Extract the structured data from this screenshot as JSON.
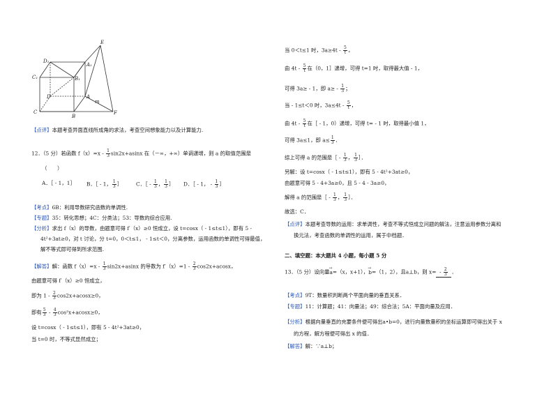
{
  "left": {
    "comment1": {
      "tag": "【点评】",
      "text": "本题考查异面直线所成角的求法，考查空间想象能力以及计算能力."
    },
    "q12": {
      "stem_a": "12．（5 分）若函数 f（x）=x - ",
      "stem_b": "sin2x+asinx 在（－∞，+∞）单调递增，则 a 的取值范围是",
      "paren": "（　　）",
      "optA": "A．［ - 1，1］",
      "optB_a": "B．［ - 1，",
      "optB_b": "］",
      "optC_a": "C．［ - ",
      "optC_b": "，",
      "optC_c": "］",
      "optD_a": "D．［ - 1， - ",
      "optD_b": "］",
      "one": "1",
      "three": "3"
    },
    "kaodian": {
      "tag": "【考点】",
      "text": "6B：利用导数研究函数的单调性."
    },
    "zhuanti": {
      "tag": "【专题】",
      "text": "35：转化思想；4C：分类法；53：导数的综合应用."
    },
    "fenxi": {
      "tag": "【分析】",
      "l1": "求出 f（x）的导数，由题意可得 f′（x）≥0 恒成立，设 t=cosx（ - 1≤t≤1），即有 5 -",
      "l2": "4t²+3at≥0，对 t 讨论，分 t=0，0＜t≤1， - 1≤t＜0，分离参数，运用函数的单调性可得最值，",
      "l3": "解不等式即可得到所求范围."
    },
    "jieda": {
      "tag": "【解答】",
      "a": "解：函数 f（x）=x - ",
      "b": "sin2x+asinx 的导数为 f′（x）=1 - ",
      "c": "cos2x+acosx，",
      "one": "1",
      "two": "2",
      "three": "3"
    },
    "s1": "由题意可得 f′（x）≥0 恒成立，",
    "s2_a": "即为 1 - ",
    "s2_b": "cos2x+acosx≥0，",
    "s3_a": "即有",
    "s3_b": " - ",
    "s3_c": "cos²x+acosx≥0，",
    "f2": "2",
    "f3": "3",
    "f4": "4",
    "f5": "5",
    "s4": "设 t=cosx（ - 1≤t≤1），即有 5 - 4t²+3at≥0，",
    "s5": "当 t=0 时，不等式显然成立；"
  },
  "right": {
    "r1_a": "当 0＜t≤1 时，3a≥4t - ",
    "r1_b": "，",
    "r2_a": "由 4t - ",
    "r2_b": "在（0，1］递增，可得 t=1 时，取得最大值 - 1，",
    "r3": "可得 3a≥ - 1，即 a≥ - ",
    "r3_b": "；",
    "r4_a": "当 - 1≤t＜0 时，3a≤4t - ",
    "r4_b": "，",
    "r5_a": "由 4t - ",
    "r5_b": "在［ - 1，0）递增，可得 t= - 1 时，取得最小值 1，",
    "r6_a": "可得 3a≤1，即 a≤",
    "r6_b": "．",
    "r7_a": "综上可得 a 的范围是［ - ",
    "r7_b": "，",
    "r7_c": "］．",
    "r8": "另解：设 t=cosx（ - 1≤t≤1），即有 5 - 4t²+3at≥0，",
    "r9": "由题意可得 5 - 4+3a≥0，且 5 - 4 - 3a≥0，",
    "r10_a": "解得 a 的范围是［ - ",
    "r10_b": "，",
    "r10_c": "］．",
    "r11": "故选：C．",
    "one": "1",
    "three": "3",
    "five": "5",
    "t": "t",
    "dianping": {
      "tag": "【点评】",
      "l1": "本题考查导数的运用：求单调性，考查不等式恒成立问题的解法，注意运用参数分离和",
      "l2": "换元法，考查函数的单调性的运用，属于中档题．"
    },
    "section": "二、填空题：本大题共 4 小题，每小题 5 分",
    "q13": {
      "a": "13．（5 分）设向量",
      "a2": "a",
      "b": "=（x，x+1），",
      "b2": "b",
      "c": "=（1，2），且",
      "d": "a⊥b",
      "e": "，则 x=",
      "ans_neg": " - ",
      "two": "2",
      "three": "3",
      "f": "．"
    },
    "kaodian": {
      "tag": "【考点】",
      "text": "9T：数量积判断两个平面向量的垂直关系．"
    },
    "zhuanti": {
      "tag": "【专题】",
      "text": "11：计算题；41：向量法；49：综合法；5A：平面向量及应用．"
    },
    "fenxi": {
      "tag": "【分析】",
      "l1a": "根据向量垂直的充要条件便可得出",
      "l1b": "a•b=0",
      "l1c": "，进行向量数量积的坐标运算即可得出关于 x",
      "l2": "的方程，解方程便可得出 x 的值．"
    },
    "jieda": {
      "tag": "【解答】",
      "a": "解：∵",
      "b": "a⊥b",
      "c": "；"
    }
  },
  "figure": {
    "labels": [
      "D1",
      "C1",
      "B1",
      "A1",
      "E",
      "D",
      "A",
      "C",
      "B",
      "F",
      "m"
    ]
  }
}
